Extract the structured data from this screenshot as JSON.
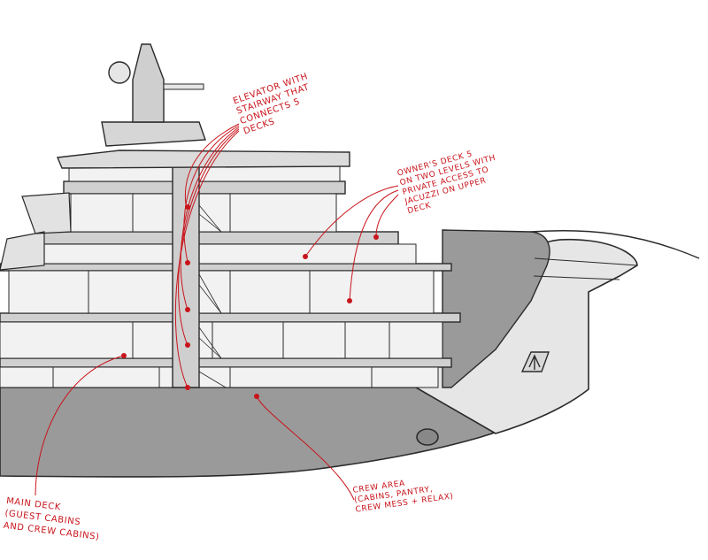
{
  "annotations": {
    "elevator": [
      "ELEVATOR WITH",
      "STAIRWAY THAT",
      "CONNECTS 5",
      "DECKS"
    ],
    "owners_deck": [
      "OWNER'S DECK 5",
      "ON TWO LEVELS WITH",
      "PRIVATE ACCESS TO",
      "JACUZZI ON UPPER",
      "DECK"
    ],
    "main_deck": [
      "MAIN DECK",
      "(GUEST CABINS",
      "AND CREW CABINS)"
    ],
    "crew_area": [
      "CREW AREA",
      "(CABINS, PANTRY,",
      "CREW MESS + RELAX)"
    ]
  },
  "colors": {
    "annotation": "#c8141b",
    "hull": "#9a9a9a",
    "interior": "#f2f2f2",
    "outline": "#2a2a2a"
  }
}
